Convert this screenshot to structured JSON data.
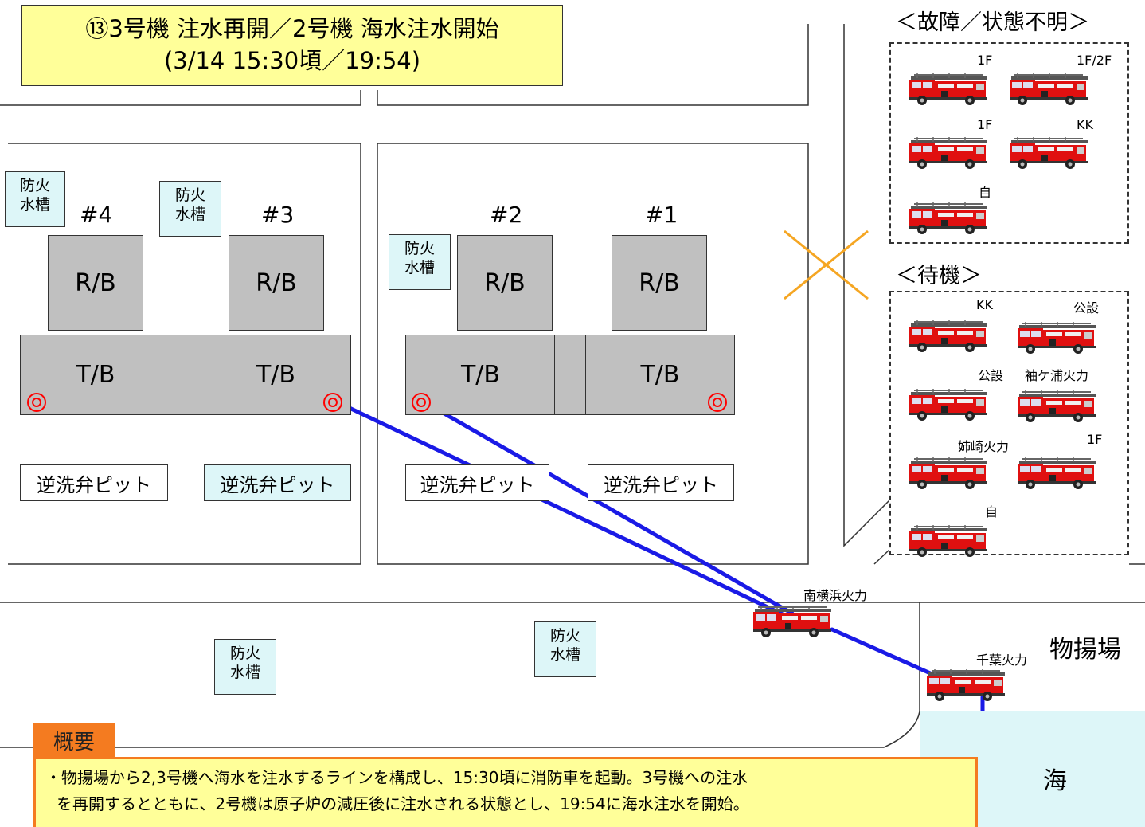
{
  "title": {
    "line1": "⑬3号機 注水再開／2号機 海水注水開始",
    "line2": "(3/14 15:30頃／19:54)"
  },
  "fire_tank_label": {
    "line1": "防火",
    "line2": "水槽"
  },
  "units": {
    "u4": "#4",
    "u3": "#3",
    "u2": "#2",
    "u1": "#1"
  },
  "building_labels": {
    "reactor": "R/B",
    "turbine": "T/B"
  },
  "pit_label": "逆洗弁ピット",
  "broken_section": {
    "title": "＜故障／状態不明＞",
    "trucks": [
      "1F",
      "1F/2F",
      "1F",
      "KK",
      "自"
    ]
  },
  "standby_section": {
    "title": "＜待機＞",
    "trucks": [
      "KK",
      "公設",
      "公設",
      "袖ケ浦火力",
      "姉崎火力",
      "1F",
      "自"
    ]
  },
  "active_trucks": {
    "minami_yokohama": "南横浜火力",
    "chiba": "千葉火力"
  },
  "yard_label": "物揚場",
  "sea_label": "海",
  "summary": {
    "tab": "概要",
    "line1": "・物揚場から2,3号機へ海水を注水するラインを構成し、15:30頃に消防車を起動。3号機への注水",
    "line2": "を再開するとともに、2号機は原子炉の減圧後に注水される状態とし、19:54に海水注水を開始。"
  },
  "colors": {
    "building": "#c0c0c0",
    "title_fill": "#ffff99",
    "tank_fill": "#ddf6f8",
    "hose": "#1a1ae6",
    "closed_road": "#f5a623",
    "summary_border": "#f47b20",
    "truck_body": "#e01010"
  }
}
